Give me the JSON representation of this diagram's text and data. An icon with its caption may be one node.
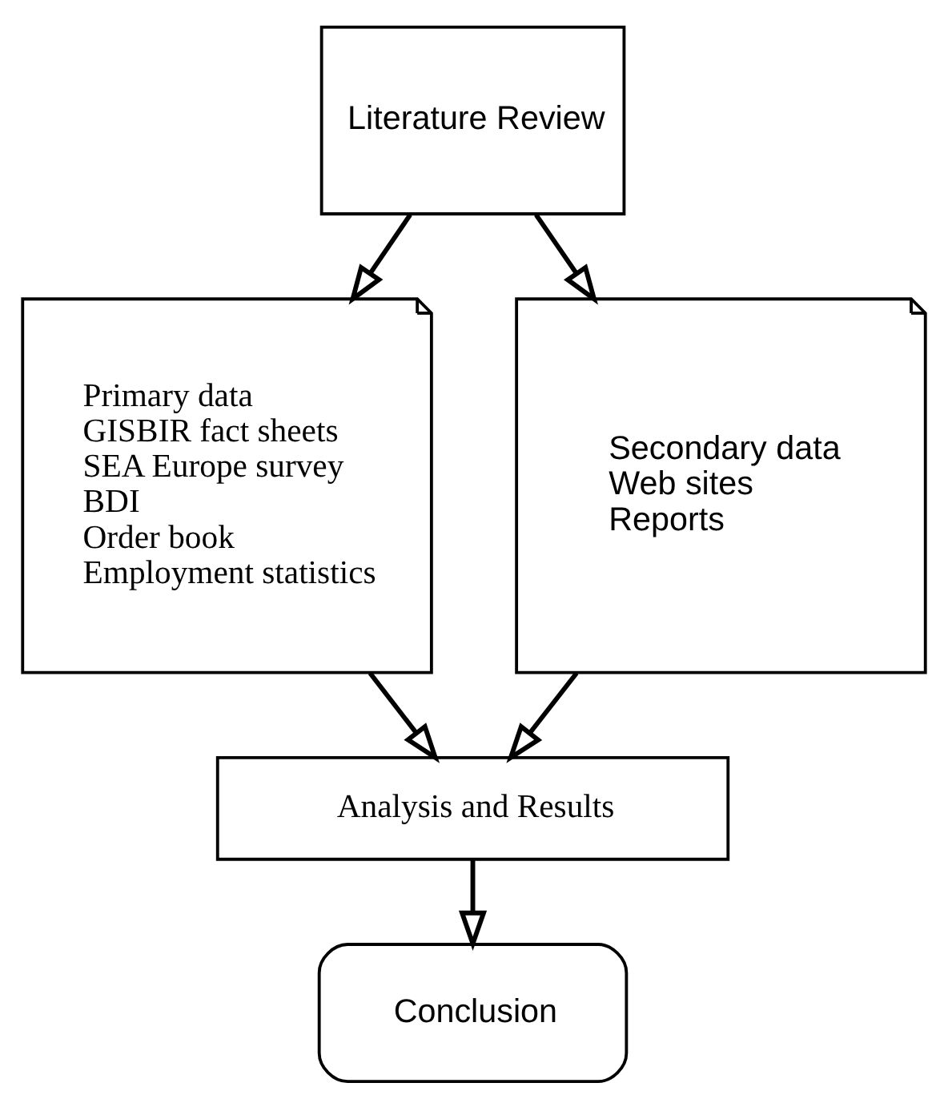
{
  "diagram": {
    "nodes": [
      {
        "text": [
          "Literature Review"
        ]
      },
      {
        "text": [
          "Primary data",
          "GISBIR fact sheets",
          "SEA Europe survey",
          "BDI",
          "Order book",
          "Employment statistics"
        ]
      },
      {
        "text": [
          "Secondary data",
          "Web sites",
          "Reports"
        ]
      },
      {
        "text": [
          "Analysis and Results"
        ]
      },
      {
        "text": [
          "Conclusion"
        ]
      }
    ],
    "edges": [
      {
        "from": 0,
        "to": 1,
        "arrow": "to"
      },
      {
        "from": 0,
        "to": 2,
        "arrow": "to"
      },
      {
        "from": 1,
        "to": 3,
        "arrow": "to"
      },
      {
        "from": 2,
        "to": 3,
        "arrow": "to"
      },
      {
        "from": 3,
        "to": 4,
        "arrow": "to"
      }
    ]
  }
}
